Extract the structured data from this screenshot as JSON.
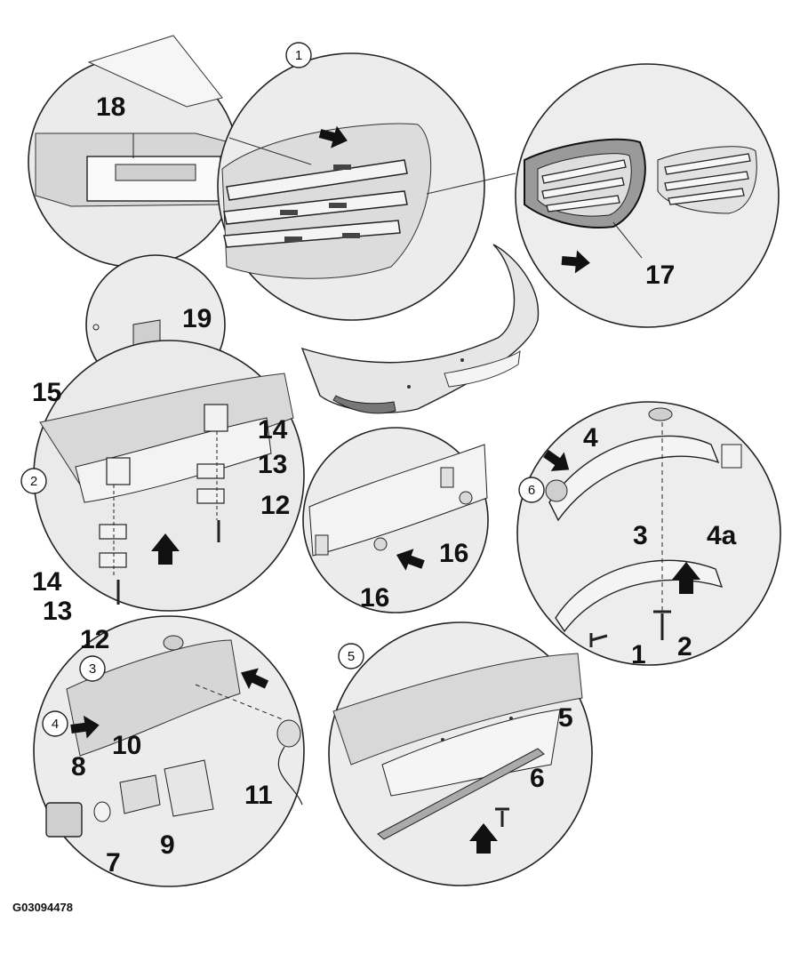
{
  "figure_ref": "G03094478",
  "step_markers": [
    "1",
    "2",
    "3",
    "4",
    "5",
    "6"
  ],
  "part_labels": [
    "1",
    "2",
    "3",
    "4",
    "4a",
    "5",
    "6",
    "7",
    "8",
    "9",
    "10",
    "11",
    "12",
    "12",
    "13",
    "13",
    "14",
    "14",
    "15",
    "16",
    "16",
    "17",
    "18",
    "19"
  ]
}
